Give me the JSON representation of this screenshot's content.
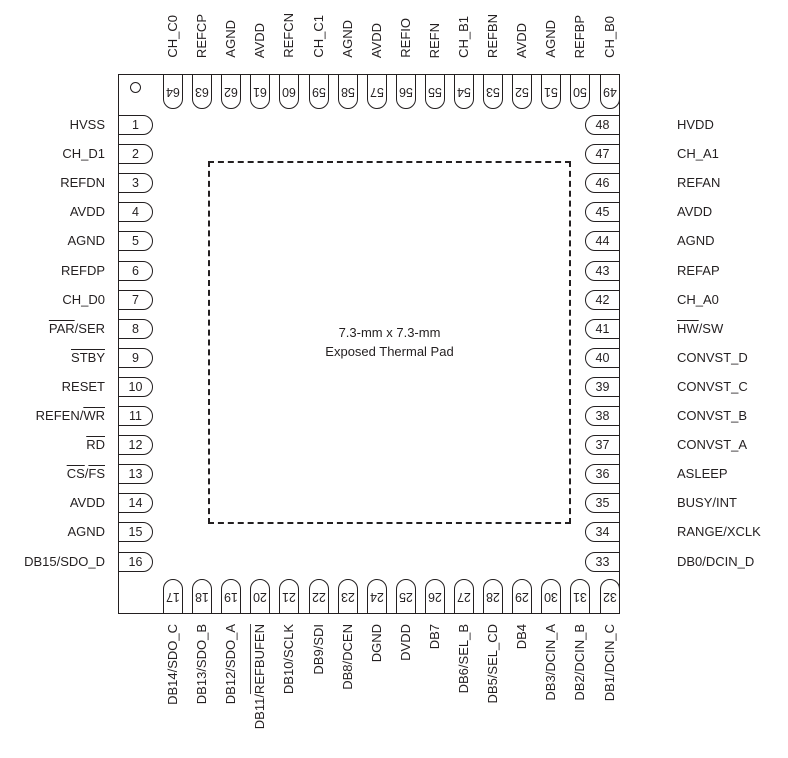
{
  "pad_label": {
    "line1": "7.3-mm x 7.3-mm",
    "line2": "Exposed Thermal Pad"
  },
  "pins": {
    "left": [
      {
        "num": "1",
        "name": [
          {
            "t": "HVSS"
          }
        ]
      },
      {
        "num": "2",
        "name": [
          {
            "t": "CH_D1"
          }
        ]
      },
      {
        "num": "3",
        "name": [
          {
            "t": "REFDN"
          }
        ]
      },
      {
        "num": "4",
        "name": [
          {
            "t": "AVDD"
          }
        ]
      },
      {
        "num": "5",
        "name": [
          {
            "t": "AGND"
          }
        ]
      },
      {
        "num": "6",
        "name": [
          {
            "t": "REFDP"
          }
        ]
      },
      {
        "num": "7",
        "name": [
          {
            "t": "CH_D0"
          }
        ]
      },
      {
        "num": "8",
        "name": [
          {
            "t": "PAR",
            "ol": true
          },
          {
            "t": "/SER"
          }
        ]
      },
      {
        "num": "9",
        "name": [
          {
            "t": "STBY",
            "ol": true
          }
        ]
      },
      {
        "num": "10",
        "name": [
          {
            "t": "RESET"
          }
        ]
      },
      {
        "num": "11",
        "name": [
          {
            "t": "REFEN/"
          },
          {
            "t": "WR",
            "ol": true
          }
        ]
      },
      {
        "num": "12",
        "name": [
          {
            "t": "RD",
            "ol": true
          }
        ]
      },
      {
        "num": "13",
        "name": [
          {
            "t": "CS",
            "ol": true
          },
          {
            "t": "/"
          },
          {
            "t": "FS",
            "ol": true
          }
        ]
      },
      {
        "num": "14",
        "name": [
          {
            "t": "AVDD"
          }
        ]
      },
      {
        "num": "15",
        "name": [
          {
            "t": "AGND"
          }
        ]
      },
      {
        "num": "16",
        "name": [
          {
            "t": "DB15/SDO_D"
          }
        ]
      }
    ],
    "right": [
      {
        "num": "48",
        "name": [
          {
            "t": "HVDD"
          }
        ]
      },
      {
        "num": "47",
        "name": [
          {
            "t": "CH_A1"
          }
        ]
      },
      {
        "num": "46",
        "name": [
          {
            "t": "REFAN"
          }
        ]
      },
      {
        "num": "45",
        "name": [
          {
            "t": "AVDD"
          }
        ]
      },
      {
        "num": "44",
        "name": [
          {
            "t": "AGND"
          }
        ]
      },
      {
        "num": "43",
        "name": [
          {
            "t": "REFAP"
          }
        ]
      },
      {
        "num": "42",
        "name": [
          {
            "t": "CH_A0"
          }
        ]
      },
      {
        "num": "41",
        "name": [
          {
            "t": "HW",
            "ol": true
          },
          {
            "t": "/SW"
          }
        ]
      },
      {
        "num": "40",
        "name": [
          {
            "t": "CONVST_D"
          }
        ]
      },
      {
        "num": "39",
        "name": [
          {
            "t": "CONVST_C"
          }
        ]
      },
      {
        "num": "38",
        "name": [
          {
            "t": "CONVST_B"
          }
        ]
      },
      {
        "num": "37",
        "name": [
          {
            "t": "CONVST_A"
          }
        ]
      },
      {
        "num": "36",
        "name": [
          {
            "t": "ASLEEP"
          }
        ]
      },
      {
        "num": "35",
        "name": [
          {
            "t": "BUSY/INT"
          }
        ]
      },
      {
        "num": "34",
        "name": [
          {
            "t": "RANGE/XCLK"
          }
        ]
      },
      {
        "num": "33",
        "name": [
          {
            "t": "DB0/DCIN_D"
          }
        ]
      }
    ],
    "top": [
      {
        "num": "64",
        "name": [
          {
            "t": "CH_C0"
          }
        ]
      },
      {
        "num": "63",
        "name": [
          {
            "t": "REFCP"
          }
        ]
      },
      {
        "num": "62",
        "name": [
          {
            "t": "AGND"
          }
        ]
      },
      {
        "num": "61",
        "name": [
          {
            "t": "AVDD"
          }
        ]
      },
      {
        "num": "60",
        "name": [
          {
            "t": "REFCN"
          }
        ]
      },
      {
        "num": "59",
        "name": [
          {
            "t": "CH_C1"
          }
        ]
      },
      {
        "num": "58",
        "name": [
          {
            "t": "AGND"
          }
        ]
      },
      {
        "num": "57",
        "name": [
          {
            "t": "AVDD"
          }
        ]
      },
      {
        "num": "56",
        "name": [
          {
            "t": "REFIO"
          }
        ]
      },
      {
        "num": "55",
        "name": [
          {
            "t": "REFN"
          }
        ]
      },
      {
        "num": "54",
        "name": [
          {
            "t": "CH_B1"
          }
        ]
      },
      {
        "num": "53",
        "name": [
          {
            "t": "REFBN"
          }
        ]
      },
      {
        "num": "52",
        "name": [
          {
            "t": "AVDD"
          }
        ]
      },
      {
        "num": "51",
        "name": [
          {
            "t": "AGND"
          }
        ]
      },
      {
        "num": "50",
        "name": [
          {
            "t": "REFBP"
          }
        ]
      },
      {
        "num": "49",
        "name": [
          {
            "t": "CH_B0"
          }
        ]
      }
    ],
    "bottom": [
      {
        "num": "17",
        "name": [
          {
            "t": "DB14/SDO_C"
          }
        ]
      },
      {
        "num": "18",
        "name": [
          {
            "t": "DB13/SDO_B"
          }
        ]
      },
      {
        "num": "19",
        "name": [
          {
            "t": "DB12/SDO_A"
          }
        ]
      },
      {
        "num": "20",
        "name": [
          {
            "t": "DB11/"
          },
          {
            "t": "REFBUFEN",
            "ol": true
          }
        ]
      },
      {
        "num": "21",
        "name": [
          {
            "t": "DB10/SCLK"
          }
        ]
      },
      {
        "num": "22",
        "name": [
          {
            "t": "DB9/SDI"
          }
        ]
      },
      {
        "num": "23",
        "name": [
          {
            "t": "DB8/DCEN"
          }
        ]
      },
      {
        "num": "24",
        "name": [
          {
            "t": "DGND"
          }
        ]
      },
      {
        "num": "25",
        "name": [
          {
            "t": "DVDD"
          }
        ]
      },
      {
        "num": "26",
        "name": [
          {
            "t": "DB7"
          }
        ]
      },
      {
        "num": "27",
        "name": [
          {
            "t": "DB6/SEL_B"
          }
        ]
      },
      {
        "num": "28",
        "name": [
          {
            "t": "DB5/SEL_CD"
          }
        ]
      },
      {
        "num": "29",
        "name": [
          {
            "t": "DB4"
          }
        ]
      },
      {
        "num": "30",
        "name": [
          {
            "t": "DB3/DCIN_A"
          }
        ]
      },
      {
        "num": "31",
        "name": [
          {
            "t": "DB2/DCIN_B"
          }
        ]
      },
      {
        "num": "32",
        "name": [
          {
            "t": "DB1/DCIN_C"
          }
        ]
      }
    ]
  }
}
